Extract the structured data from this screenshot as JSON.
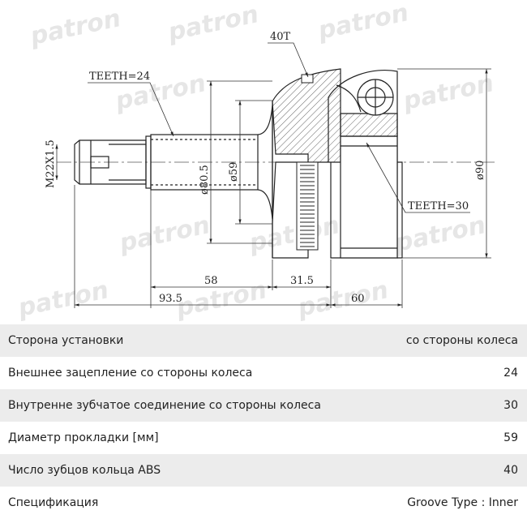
{
  "drawing": {
    "watermark": "patron",
    "labels": {
      "teeth_outer": "TEETH=24",
      "abs_teeth": "40T",
      "thread": "M22X1.5",
      "diam_80": "ø80.5",
      "diam_59": "ø59",
      "diam_90": "ø90",
      "teeth_inner": "TEETH=30",
      "len_58": "58",
      "len_31": "31.5",
      "len_93": "93.5",
      "len_60": "60"
    }
  },
  "specs": [
    {
      "label": "Сторона установки",
      "value": "со стороны колеса"
    },
    {
      "label": "Внешнее зацепление со стороны колеса",
      "value": "24"
    },
    {
      "label": "Внутренне зубчатое соединение со стороны колеса",
      "value": "30"
    },
    {
      "label": "Диаметр прокладки [мм]",
      "value": "59"
    },
    {
      "label": "Число зубцов кольца ABS",
      "value": "40"
    },
    {
      "label": "Спецификация",
      "value": "Groove Type : Inner"
    }
  ]
}
